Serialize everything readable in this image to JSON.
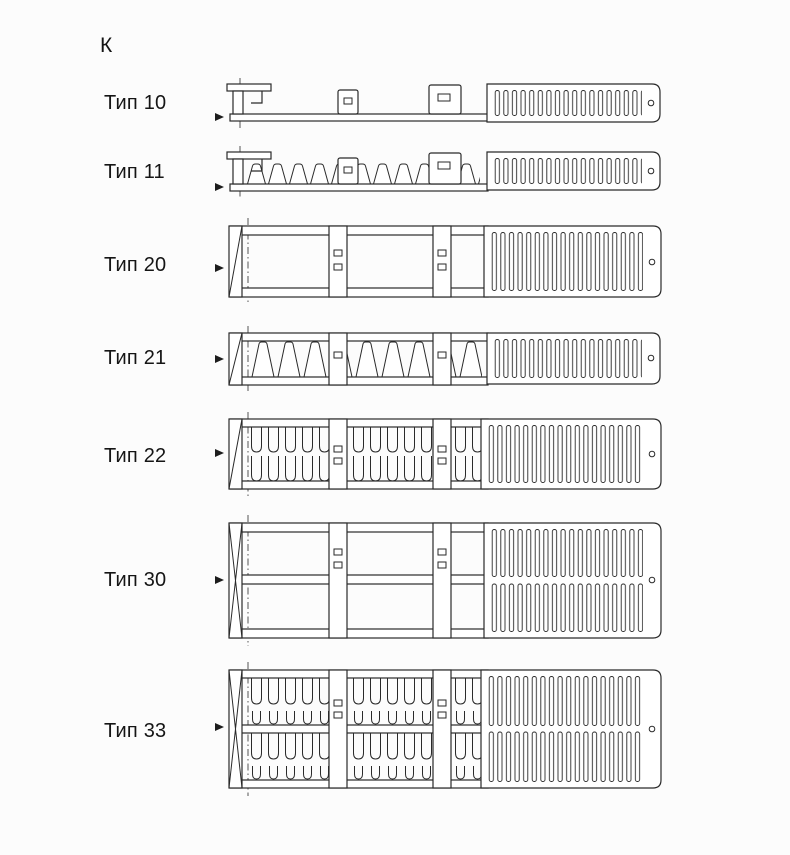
{
  "corner_label": "К",
  "rows": [
    {
      "label": "Тип 10",
      "type": "10",
      "panels_visible": 1,
      "fin_rows_visible": 0
    },
    {
      "label": "Тип 11",
      "type": "11",
      "panels_visible": 1,
      "fin_rows_visible": 1
    },
    {
      "label": "Тип 20",
      "type": "20",
      "panels_visible": 2,
      "fin_rows_visible": 0
    },
    {
      "label": "Тип 21",
      "type": "21",
      "panels_visible": 2,
      "fin_rows_visible": 1
    },
    {
      "label": "Тип 22",
      "type": "22",
      "panels_visible": 2,
      "fin_rows_visible": 2
    },
    {
      "label": "Тип 30",
      "type": "30",
      "panels_visible": 3,
      "fin_rows_visible": 0
    },
    {
      "label": "Тип 33",
      "type": "33",
      "panels_visible": 3,
      "fin_rows_visible": 2
    }
  ],
  "colors": {
    "line": "#2a2a2a",
    "background": "#fcfcfc",
    "text": "#151515"
  }
}
